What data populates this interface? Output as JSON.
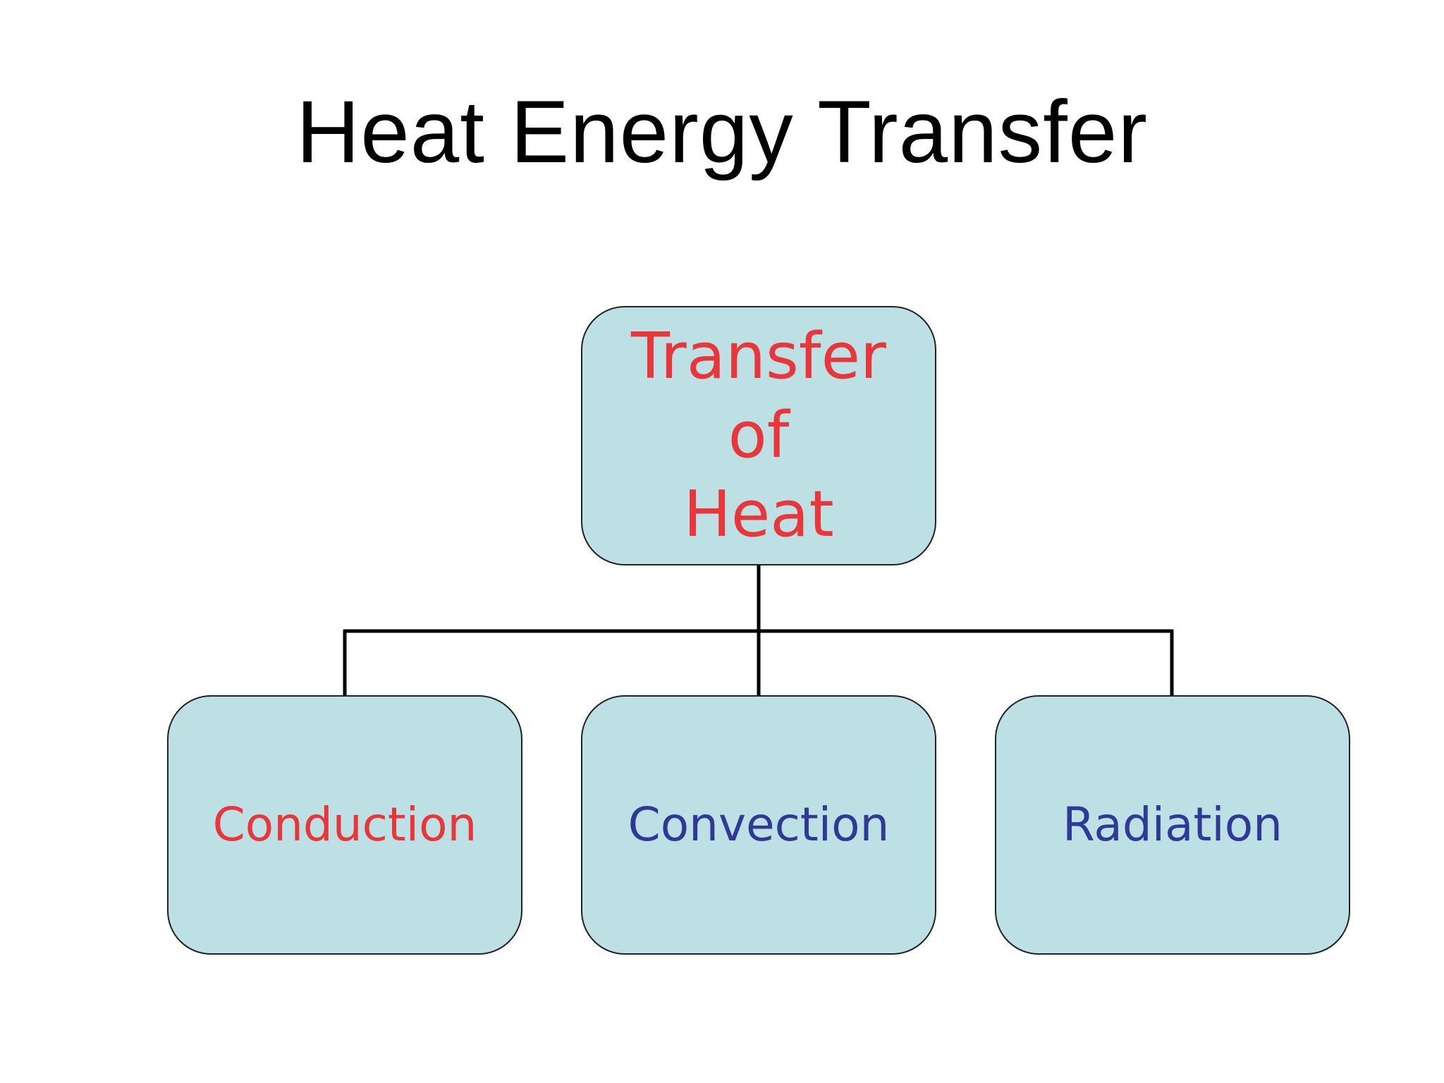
{
  "title": "Heat Energy Transfer",
  "diagram": {
    "root": {
      "lines": [
        "Transfer",
        "of",
        "Heat"
      ],
      "color": "#e8363a"
    },
    "children": [
      {
        "label": "Conduction",
        "color": "#e8363a"
      },
      {
        "label": "Convection",
        "color": "#2e3a96"
      },
      {
        "label": "Radiation",
        "color": "#2e3a96"
      }
    ],
    "box_fill": "#bde0e4"
  }
}
